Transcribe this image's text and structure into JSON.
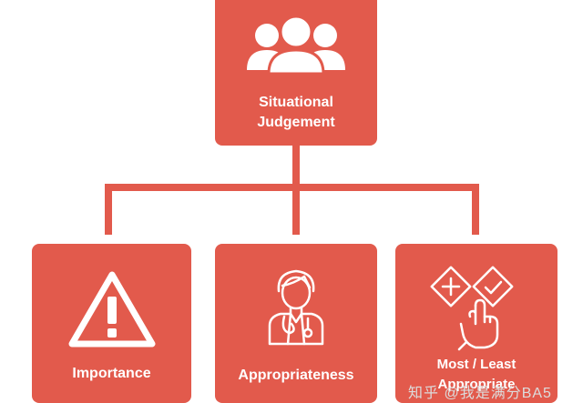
{
  "colors": {
    "accent": "#e25a4c",
    "text": "#ffffff",
    "background": "#ffffff"
  },
  "root": {
    "title_line1": "Situational",
    "title_line2": "Judgement",
    "icon": "group-people-icon"
  },
  "children": [
    {
      "label": "Importance",
      "icon": "warning-triangle-icon"
    },
    {
      "label": "Appropriateness",
      "icon": "doctor-icon"
    },
    {
      "label_line1": "Most / Least",
      "label_line2": "Appropriate",
      "icon": "check-cross-choice-icon"
    }
  ],
  "watermark": "知乎 @我是满分BA5"
}
